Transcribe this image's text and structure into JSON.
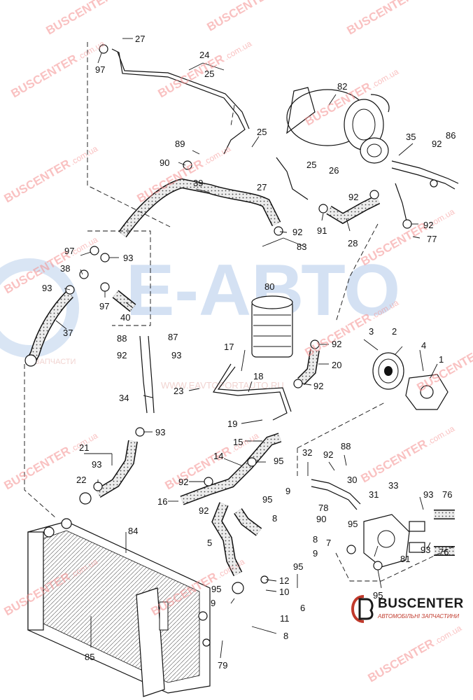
{
  "watermark": {
    "brand": "BUSCENTER",
    "site": ".com.ua",
    "big_text": "E-АВТО",
    "small_text": "ЗАПЧАСТИ",
    "mid_text": "WWW.EAVTOPORTAUTO.RU"
  },
  "logo": {
    "title": "BUSCENTER",
    "subtitle": "АВТОМОБІЛЬНІ ЗАПЧАСТИНИ"
  },
  "callouts": [
    {
      "text": "27"
    },
    {
      "text": "97"
    },
    {
      "text": "24"
    },
    {
      "text": "25"
    },
    {
      "text": "82"
    },
    {
      "text": "25"
    },
    {
      "text": "89"
    },
    {
      "text": "90"
    },
    {
      "text": "35"
    },
    {
      "text": "92"
    },
    {
      "text": "86"
    },
    {
      "text": "25"
    },
    {
      "text": "26"
    },
    {
      "text": "27"
    },
    {
      "text": "39"
    },
    {
      "text": "92"
    },
    {
      "text": "91"
    },
    {
      "text": "28"
    },
    {
      "text": "92"
    },
    {
      "text": "92"
    },
    {
      "text": "77"
    },
    {
      "text": "83"
    },
    {
      "text": "97"
    },
    {
      "text": "93"
    },
    {
      "text": "38"
    },
    {
      "text": "93"
    },
    {
      "text": "97"
    },
    {
      "text": "40"
    },
    {
      "text": "80"
    },
    {
      "text": "37"
    },
    {
      "text": "88"
    },
    {
      "text": "87"
    },
    {
      "text": "17"
    },
    {
      "text": "92"
    },
    {
      "text": "3"
    },
    {
      "text": "2"
    },
    {
      "text": "92"
    },
    {
      "text": "93"
    },
    {
      "text": "20"
    },
    {
      "text": "4"
    },
    {
      "text": "1"
    },
    {
      "text": "18"
    },
    {
      "text": "23"
    },
    {
      "text": "92"
    },
    {
      "text": "34"
    },
    {
      "text": "19"
    },
    {
      "text": "93"
    },
    {
      "text": "15"
    },
    {
      "text": "21"
    },
    {
      "text": "14"
    },
    {
      "text": "95"
    },
    {
      "text": "32"
    },
    {
      "text": "92"
    },
    {
      "text": "88"
    },
    {
      "text": "93"
    },
    {
      "text": "30"
    },
    {
      "text": "22"
    },
    {
      "text": "92"
    },
    {
      "text": "16"
    },
    {
      "text": "92"
    },
    {
      "text": "9"
    },
    {
      "text": "31"
    },
    {
      "text": "33"
    },
    {
      "text": "95"
    },
    {
      "text": "78"
    },
    {
      "text": "93"
    },
    {
      "text": "76"
    },
    {
      "text": "8"
    },
    {
      "text": "90"
    },
    {
      "text": "84"
    },
    {
      "text": "5"
    },
    {
      "text": "8"
    },
    {
      "text": "95"
    },
    {
      "text": "9"
    },
    {
      "text": "7"
    },
    {
      "text": "95"
    },
    {
      "text": "81"
    },
    {
      "text": "93"
    },
    {
      "text": "76"
    },
    {
      "text": "12"
    },
    {
      "text": "10"
    },
    {
      "text": "95"
    },
    {
      "text": "9"
    },
    {
      "text": "6"
    },
    {
      "text": "95"
    },
    {
      "text": "11"
    },
    {
      "text": "8"
    },
    {
      "text": "85"
    },
    {
      "text": "79"
    }
  ]
}
